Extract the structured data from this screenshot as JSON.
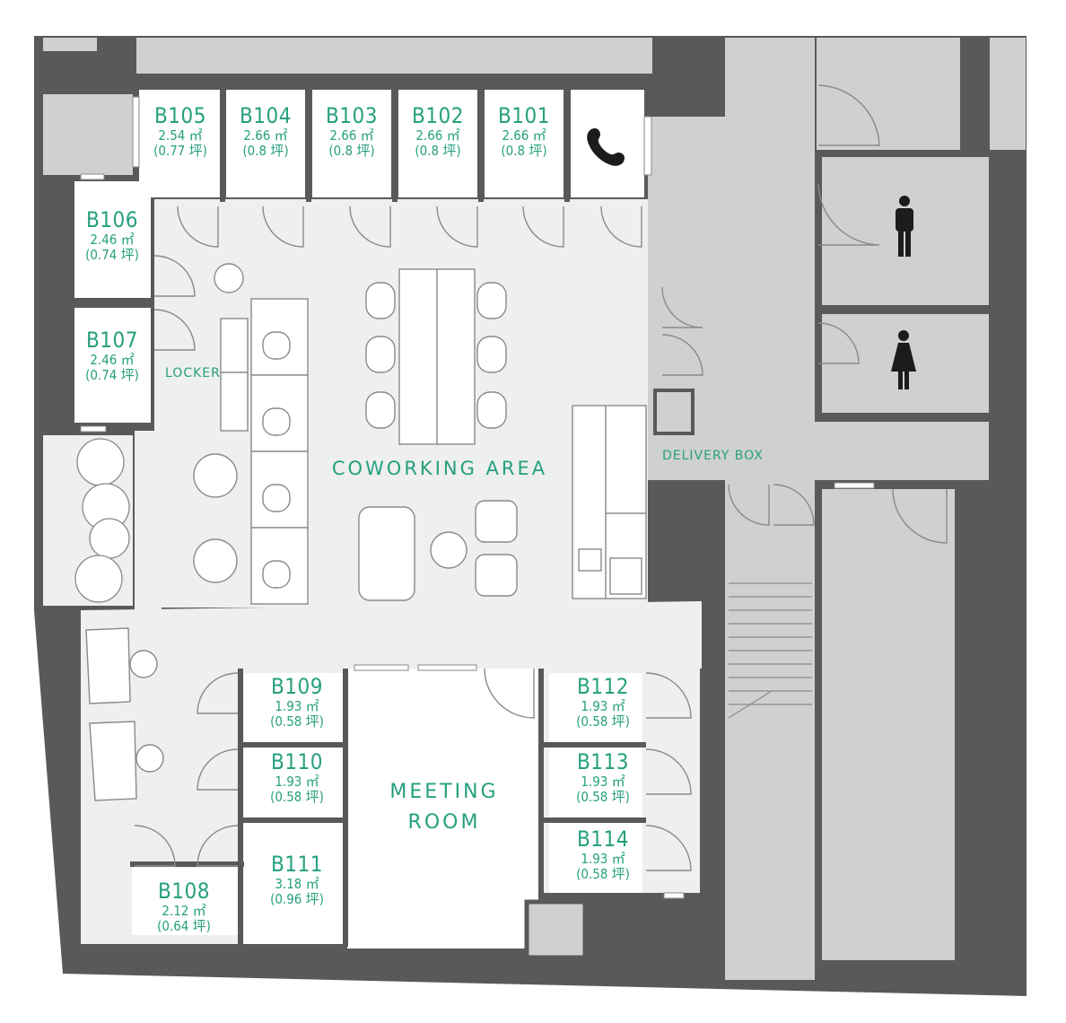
{
  "rooms": [
    {
      "id": "b105",
      "code": "B105",
      "area": "2.54 ㎡",
      "tsubo": "(0.77 坪)"
    },
    {
      "id": "b104",
      "code": "B104",
      "area": "2.66 ㎡",
      "tsubo": "(0.8 坪)"
    },
    {
      "id": "b103",
      "code": "B103",
      "area": "2.66 ㎡",
      "tsubo": "(0.8 坪)"
    },
    {
      "id": "b102",
      "code": "B102",
      "area": "2.66 ㎡",
      "tsubo": "(0.8 坪)"
    },
    {
      "id": "b101",
      "code": "B101",
      "area": "2.66 ㎡",
      "tsubo": "(0.8 坪)"
    },
    {
      "id": "b106",
      "code": "B106",
      "area": "2.46 ㎡",
      "tsubo": "(0.74 坪)"
    },
    {
      "id": "b107",
      "code": "B107",
      "area": "2.46 ㎡",
      "tsubo": "(0.74 坪)"
    },
    {
      "id": "b108",
      "code": "B108",
      "area": "2.12 ㎡",
      "tsubo": "(0.64 坪)"
    },
    {
      "id": "b109",
      "code": "B109",
      "area": "1.93 ㎡",
      "tsubo": "(0.58 坪)"
    },
    {
      "id": "b110",
      "code": "B110",
      "area": "1.93 ㎡",
      "tsubo": "(0.58 坪)"
    },
    {
      "id": "b111",
      "code": "B111",
      "area": "3.18 ㎡",
      "tsubo": "(0.96 坪)"
    },
    {
      "id": "b112",
      "code": "B112",
      "area": "1.93 ㎡",
      "tsubo": "(0.58 坪)"
    },
    {
      "id": "b113",
      "code": "B113",
      "area": "1.93 ㎡",
      "tsubo": "(0.58 坪)"
    },
    {
      "id": "b114",
      "code": "B114",
      "area": "1.93 ㎡",
      "tsubo": "(0.58 坪)"
    }
  ],
  "areas": {
    "coworking": "COWORKING AREA",
    "meeting_line1": "MEETING",
    "meeting_line2": "ROOM",
    "locker": "LOCKER",
    "delivery_box": "DELIVERY BOX"
  },
  "icons": {
    "phone_booth": "phone-icon",
    "mens_restroom": "male-person-icon",
    "womens_restroom": "female-person-icon"
  },
  "colors": {
    "label": "#26a07e",
    "wall": "#58595b",
    "corridor": "#cfd0d0",
    "floor": "#eeefef",
    "room": "#ffffff"
  }
}
